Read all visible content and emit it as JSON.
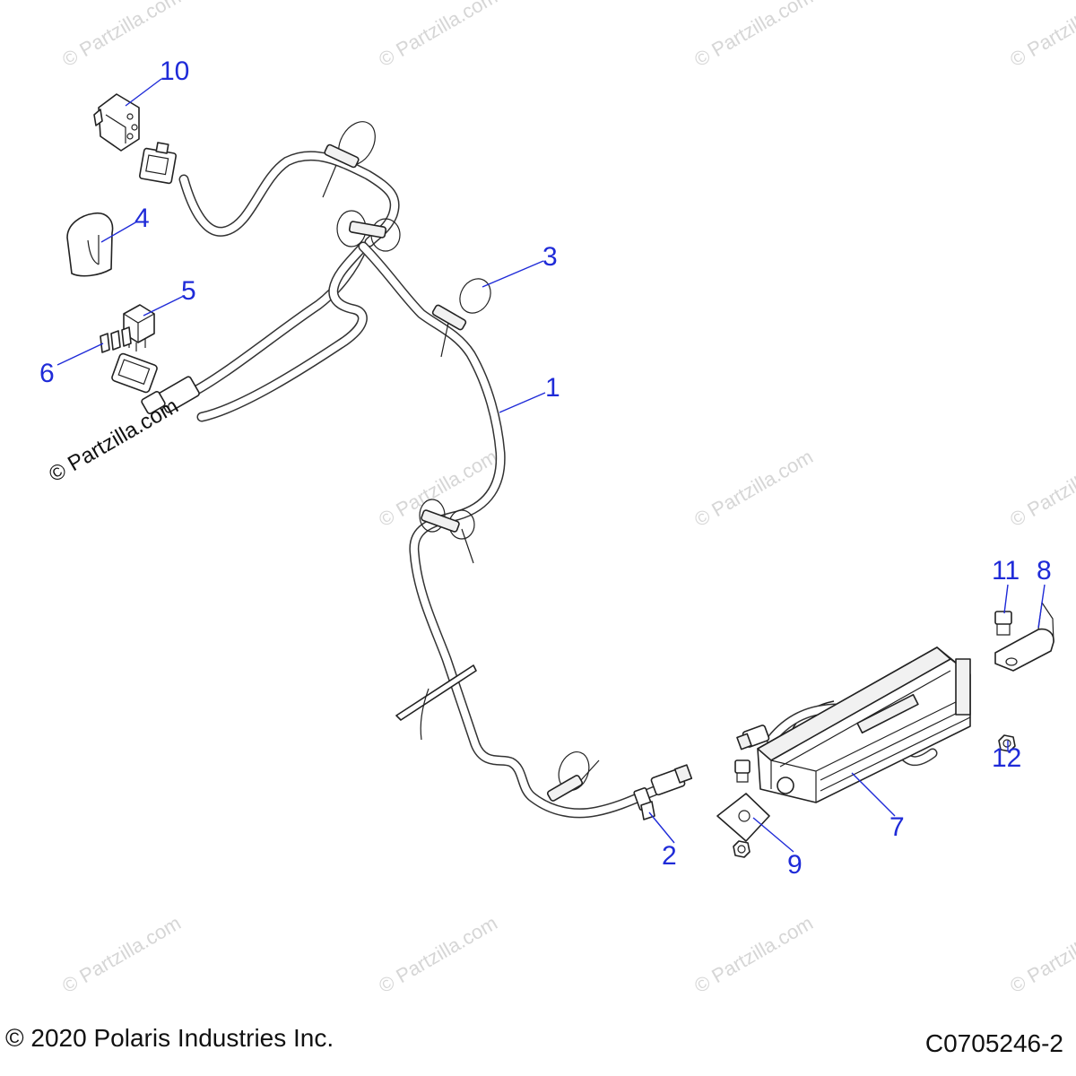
{
  "watermark": {
    "main_text": "© Partzilla.com",
    "faint_text": "© Partzilla.com"
  },
  "callouts": {
    "c1": "1",
    "c2": "2",
    "c3": "3",
    "c4": "4",
    "c5": "5",
    "c6": "6",
    "c7": "7",
    "c8": "8",
    "c9": "9",
    "c10": "10",
    "c11": "11",
    "c12": "12"
  },
  "footer": {
    "copyright": "© 2020 Polaris Industries Inc.",
    "diagram_code": "C0705246-2"
  },
  "colors": {
    "callout": "#1f2bd8",
    "line_art": "#222222",
    "watermark": "#d6d6d6"
  }
}
